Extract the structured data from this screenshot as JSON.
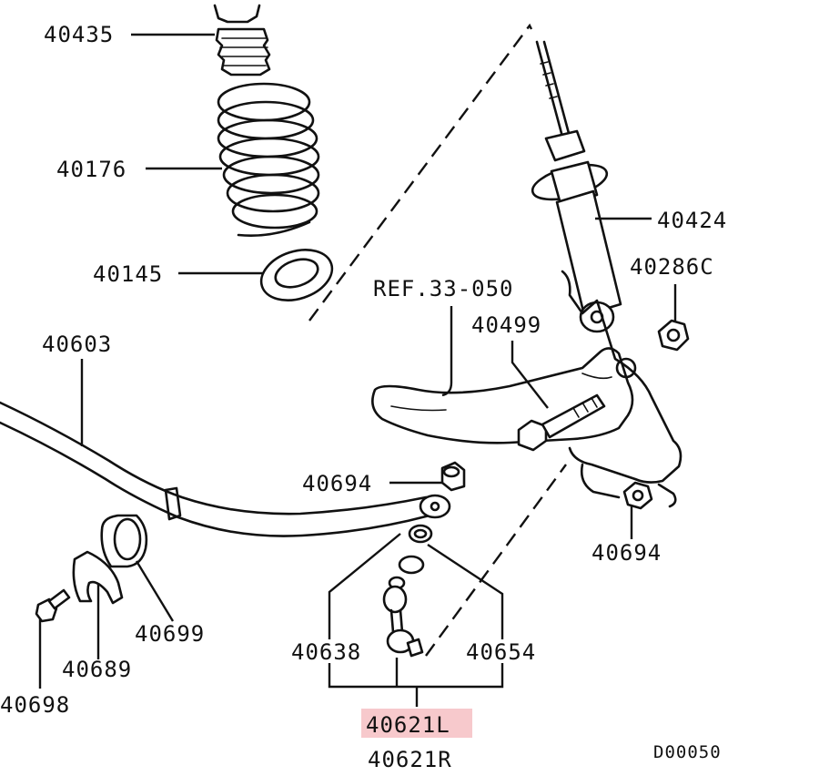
{
  "labels": {
    "p40435": "40435",
    "p40176": "40176",
    "p40145": "40145",
    "p40424": "40424",
    "p40286c": "40286C",
    "ref": "REF.33-050",
    "p40499": "40499",
    "p40603": "40603",
    "p40694_left": "40694",
    "p40694_right": "40694",
    "p40699": "40699",
    "p40689": "40689",
    "p40698": "40698",
    "p40638": "40638",
    "p40654": "40654",
    "p40621l": "40621L",
    "p40621r": "40621R",
    "diagram_code": "D00050"
  },
  "colors": {
    "highlight": "#f7c9cc",
    "ink": "#111111"
  }
}
